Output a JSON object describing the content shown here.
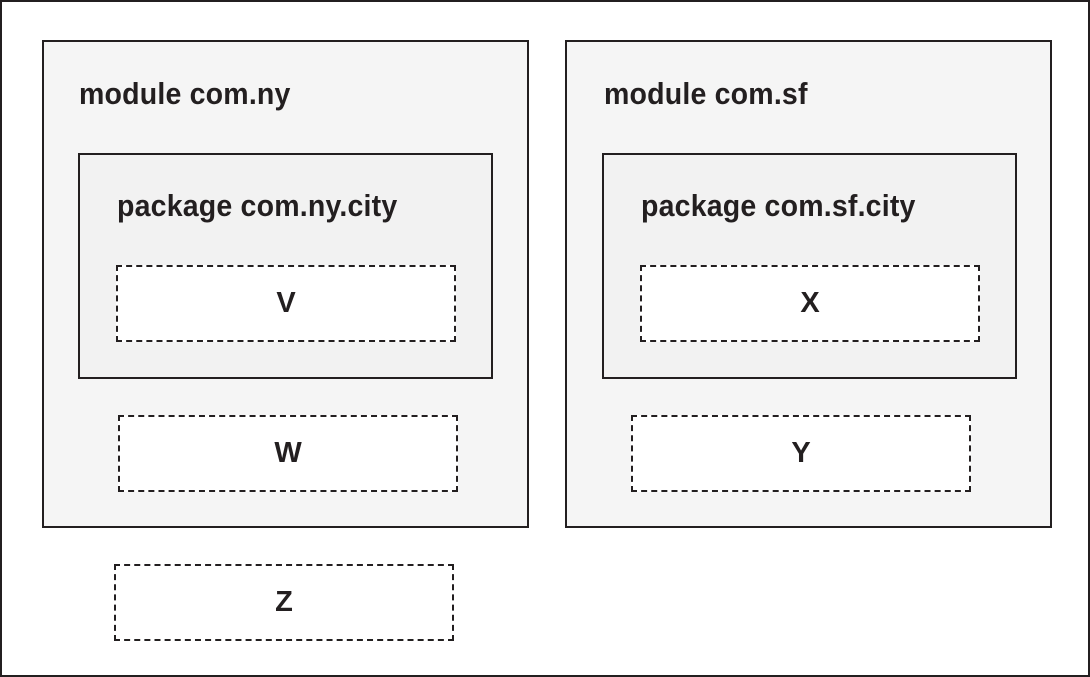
{
  "modules": [
    {
      "label": "module com.ny",
      "package": {
        "label": "package com.ny.city",
        "class": "V"
      },
      "class": "W"
    },
    {
      "label": "module com.sf",
      "package": {
        "label": "package com.sf.city",
        "class": "X"
      },
      "class": "Y"
    }
  ],
  "unnamed_class": "Z"
}
